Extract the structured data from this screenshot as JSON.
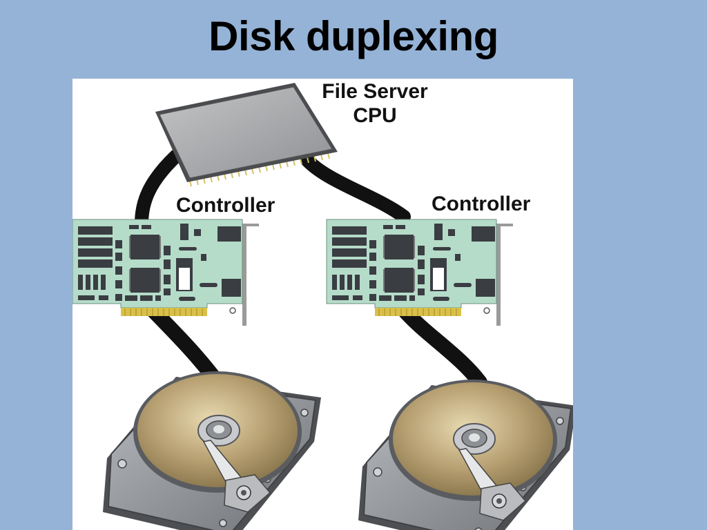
{
  "slide": {
    "title": "Disk duplexing"
  },
  "diagram": {
    "server_label_line1": "File Server",
    "server_label_line2": "CPU",
    "controller_left_label": "Controller",
    "controller_right_label": "Controller"
  },
  "colors": {
    "background": "#95b3d7",
    "panel": "#ffffff",
    "board": "#b5dcc9",
    "chip": "#3a3d42",
    "cable": "#111111",
    "platter": "#b8a173",
    "drive_body": "#8c8f94",
    "cpu_body": "#a8a9ab"
  },
  "icons": [
    "cpu-icon",
    "controller-card-icon",
    "hard-drive-icon",
    "cable-icon"
  ]
}
